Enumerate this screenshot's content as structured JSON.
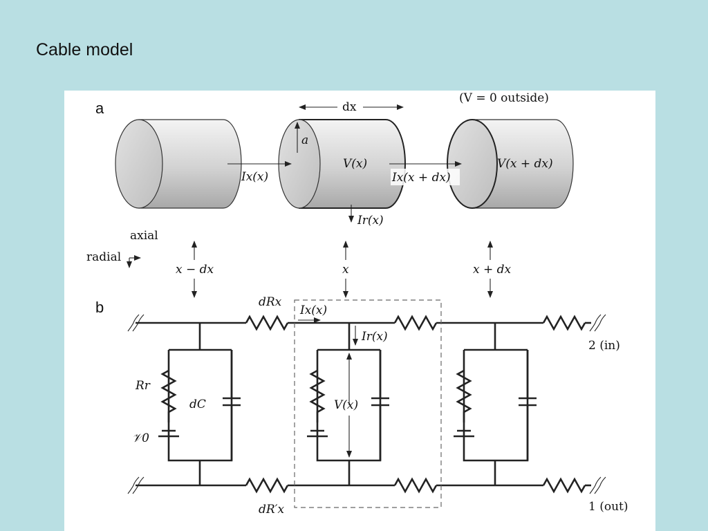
{
  "slide": {
    "title": "Cable model"
  },
  "figure": {
    "panel_a": {
      "letter": "a",
      "outside_note": "(V = 0 outside)",
      "dx_label": "dx",
      "radius_label": "a",
      "axial_current_in": "Ix(x)",
      "axial_current_out": "Ix(x + dx)",
      "radial_current": "Ir(x)",
      "voltage_mid": "V(x)",
      "voltage_right": "V(x + dx)"
    },
    "orientation": {
      "axial": "axial",
      "radial": "radial",
      "pos_left": "x − dx",
      "pos_mid": "x",
      "pos_right": "x + dx"
    },
    "panel_b": {
      "letter": "b",
      "dRx": "dRx",
      "dRx_prime": "dR′x",
      "Ix": "Ix(x)",
      "Ir": "Ir(x)",
      "Rr": "Rr",
      "dC": "dC",
      "V0": "𝒱0",
      "Vx": "V(x)",
      "terminal_in": "2 (in)",
      "terminal_out": "1 (out)"
    }
  },
  "colors": {
    "background": "#b9dfe3",
    "panel": "#ffffff",
    "ink": "#222222",
    "cylinder_light": "#f2f2f2",
    "cylinder_dark": "#a9a9a9"
  }
}
